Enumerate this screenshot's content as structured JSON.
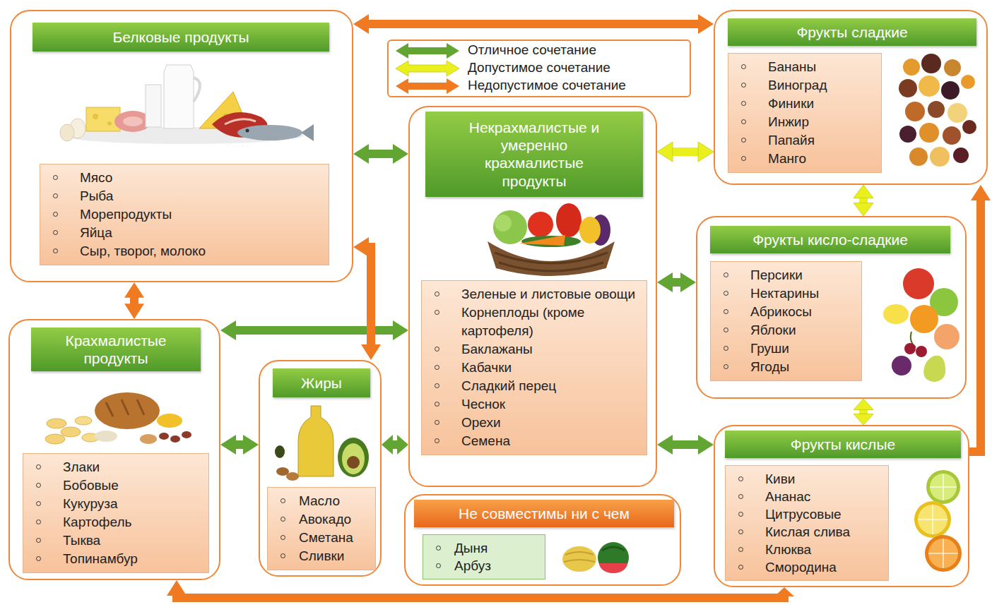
{
  "diagram": {
    "nodes": [
      {
        "text": [
          "Белковые продукты"
        ]
      },
      {
        "text": [
          "Мясо",
          "Рыба",
          "Морепродукты",
          "Яйца",
          "Сыр, творог, молоко"
        ],
        "in": 0
      },
      {
        "text": [
          "Фрукты сладкие"
        ]
      },
      {
        "text": [
          "Бананы",
          "Виноград",
          "Финики",
          "Инжир",
          "Папайя",
          "Манго"
        ],
        "in": 2
      },
      {
        "text": [
          "Некрахмалистые и умеренно крахмалистые продукты"
        ]
      },
      {
        "text": [
          "Зеленые и листовые овощи",
          "Корнеплоды (кроме картофеля)",
          "Баклажаны",
          "Кабачки",
          "Сладкий перец",
          "Чеснок",
          "Орехи",
          "Семена"
        ],
        "in": 4
      },
      {
        "text": [
          "Фрукты кисло-сладкие"
        ]
      },
      {
        "text": [
          "Персики",
          "Нектарины",
          "Абрикосы",
          "Яблоки",
          "Груши",
          "Ягоды"
        ],
        "in": 6
      },
      {
        "text": [
          "Крахмалистые продукты"
        ]
      },
      {
        "text": [
          "Злаки",
          "Бобовые",
          "Кукуруза",
          "Картофель",
          "Тыква",
          "Топинамбур"
        ],
        "in": 8
      },
      {
        "text": [
          "Жиры"
        ]
      },
      {
        "text": [
          "Масло",
          "Авокадо",
          "Сметана",
          "Сливки"
        ],
        "in": 10
      },
      {
        "text": [
          "Фрукты кислые"
        ]
      },
      {
        "text": [
          "Киви",
          "Ананас",
          "Цитрусовые",
          "Кислая слива",
          "Клюква",
          "Смородина"
        ],
        "in": 12
      },
      {
        "text": [
          "Не совместимы ни с чем"
        ]
      },
      {
        "text": [
          "Дыня",
          "Арбуз"
        ],
        "in": 14
      }
    ],
    "edges": [
      {
        "from": 0,
        "to": 4,
        "arrow": "both"
      },
      {
        "from": 8,
        "to": 4,
        "arrow": "both"
      },
      {
        "from": 8,
        "to": 10,
        "arrow": "both"
      },
      {
        "from": 10,
        "to": 4,
        "arrow": "both"
      },
      {
        "from": 4,
        "to": 6,
        "arrow": "both"
      },
      {
        "from": 4,
        "to": 12,
        "arrow": "both"
      },
      {
        "from": 4,
        "to": 2,
        "arrow": "both"
      },
      {
        "from": 2,
        "to": 6,
        "arrow": "both"
      },
      {
        "from": 6,
        "to": 12,
        "arrow": "both"
      },
      {
        "from": 0,
        "to": 2,
        "arrow": "both"
      },
      {
        "from": 0,
        "to": 8,
        "arrow": "both"
      },
      {
        "from": 0,
        "to": 10,
        "arrow": "both"
      },
      {
        "from": 8,
        "to": 12,
        "arrow": "both"
      },
      {
        "from": 12,
        "to": 2,
        "arrow": "to"
      }
    ],
    "legend": [
      {
        "text": "Отличное сочетание"
      },
      {
        "text": "Допустимое сочетание"
      },
      {
        "text": "Недопустимое сочетание"
      }
    ]
  }
}
